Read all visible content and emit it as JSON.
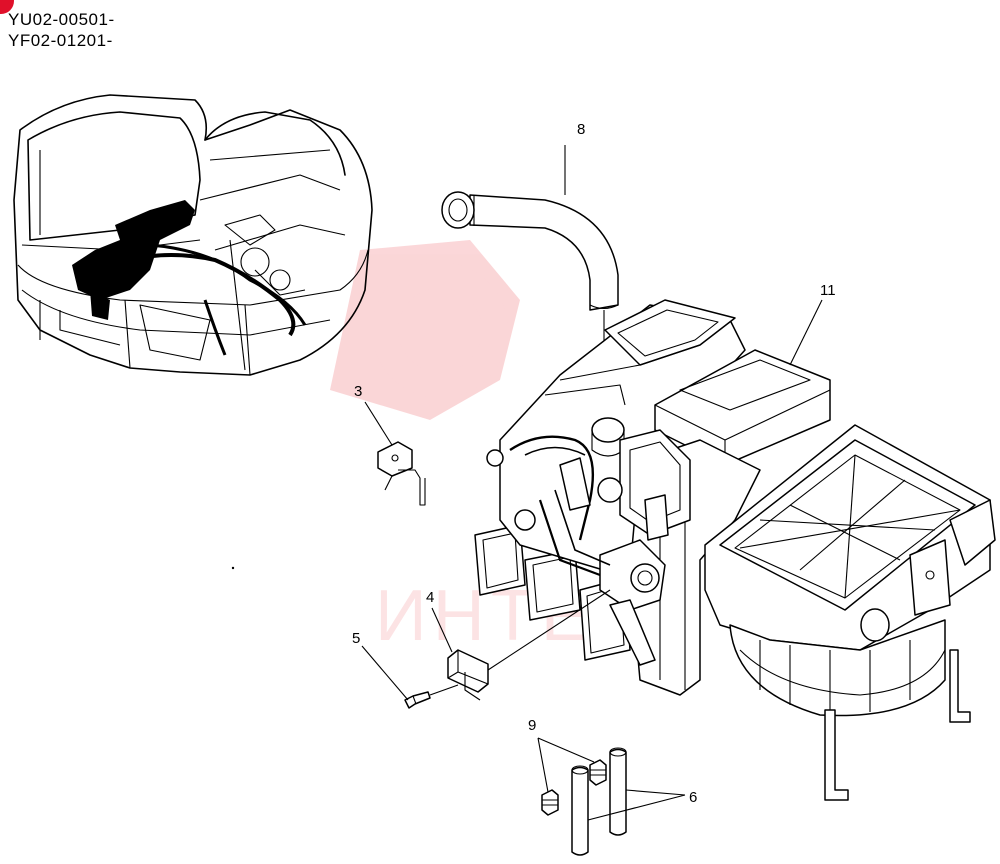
{
  "header": {
    "serial_1": "YU02-00501-",
    "serial_2": "YF02-01201-"
  },
  "watermark": {
    "text": "ИНТЕХ",
    "color": "#e8202a"
  },
  "callouts": [
    {
      "id": "3",
      "label": "3"
    },
    {
      "id": "4",
      "label": "4"
    },
    {
      "id": "5",
      "label": "5"
    },
    {
      "id": "6",
      "label": "6"
    },
    {
      "id": "8",
      "label": "8"
    },
    {
      "id": "9",
      "label": "9"
    },
    {
      "id": "11",
      "label": "11"
    }
  ],
  "colors": {
    "line": "#000000",
    "background": "#ffffff",
    "corner_mark": "#e0102a"
  }
}
